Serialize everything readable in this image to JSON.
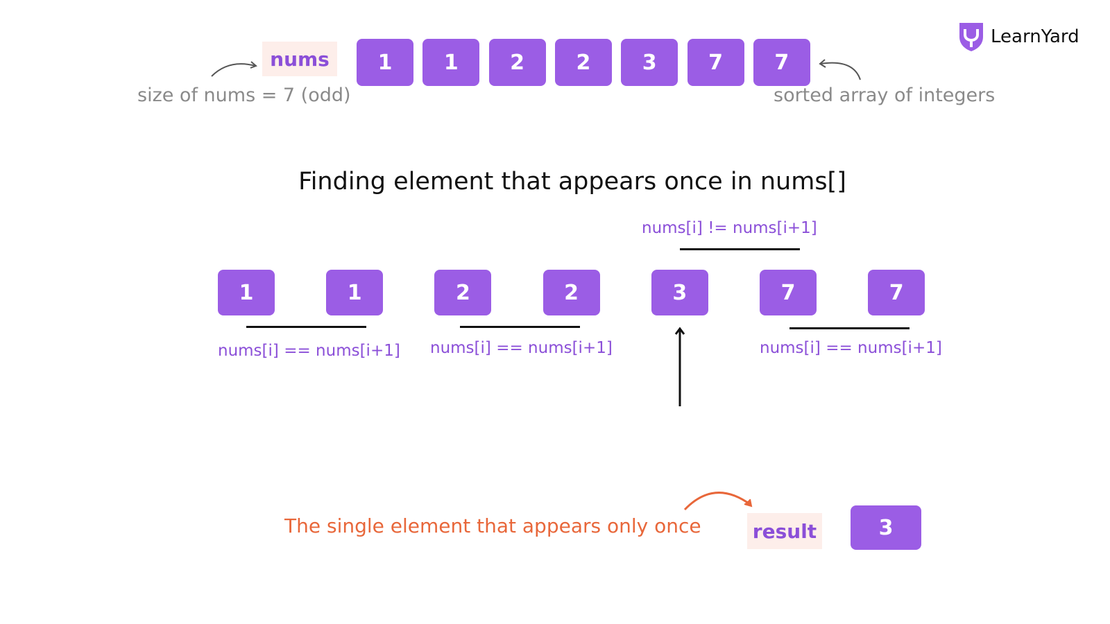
{
  "logo": {
    "text": "LearnYard",
    "icon": "shield-logo-icon"
  },
  "top": {
    "label": "nums",
    "array": [
      "1",
      "1",
      "2",
      "2",
      "3",
      "7",
      "7"
    ],
    "size_note": "size of nums = 7 (odd)",
    "sorted_note": "sorted array of integers"
  },
  "title": "Finding element that appears once in nums[]",
  "pairs": {
    "items": [
      "1",
      "1",
      "2",
      "2",
      "3",
      "7",
      "7"
    ],
    "eq_labels": [
      "nums[i] == nums[i+1]",
      "nums[i] == nums[i+1]",
      "nums[i] == nums[i+1]"
    ],
    "neq_label": "nums[i] != nums[i+1]"
  },
  "result": {
    "caption": "The single element that appears only once",
    "label": "result",
    "value": "3"
  },
  "colors": {
    "purple": "#9b5de5",
    "orange": "#e8673a",
    "tag_bg": "#fdeeea"
  }
}
